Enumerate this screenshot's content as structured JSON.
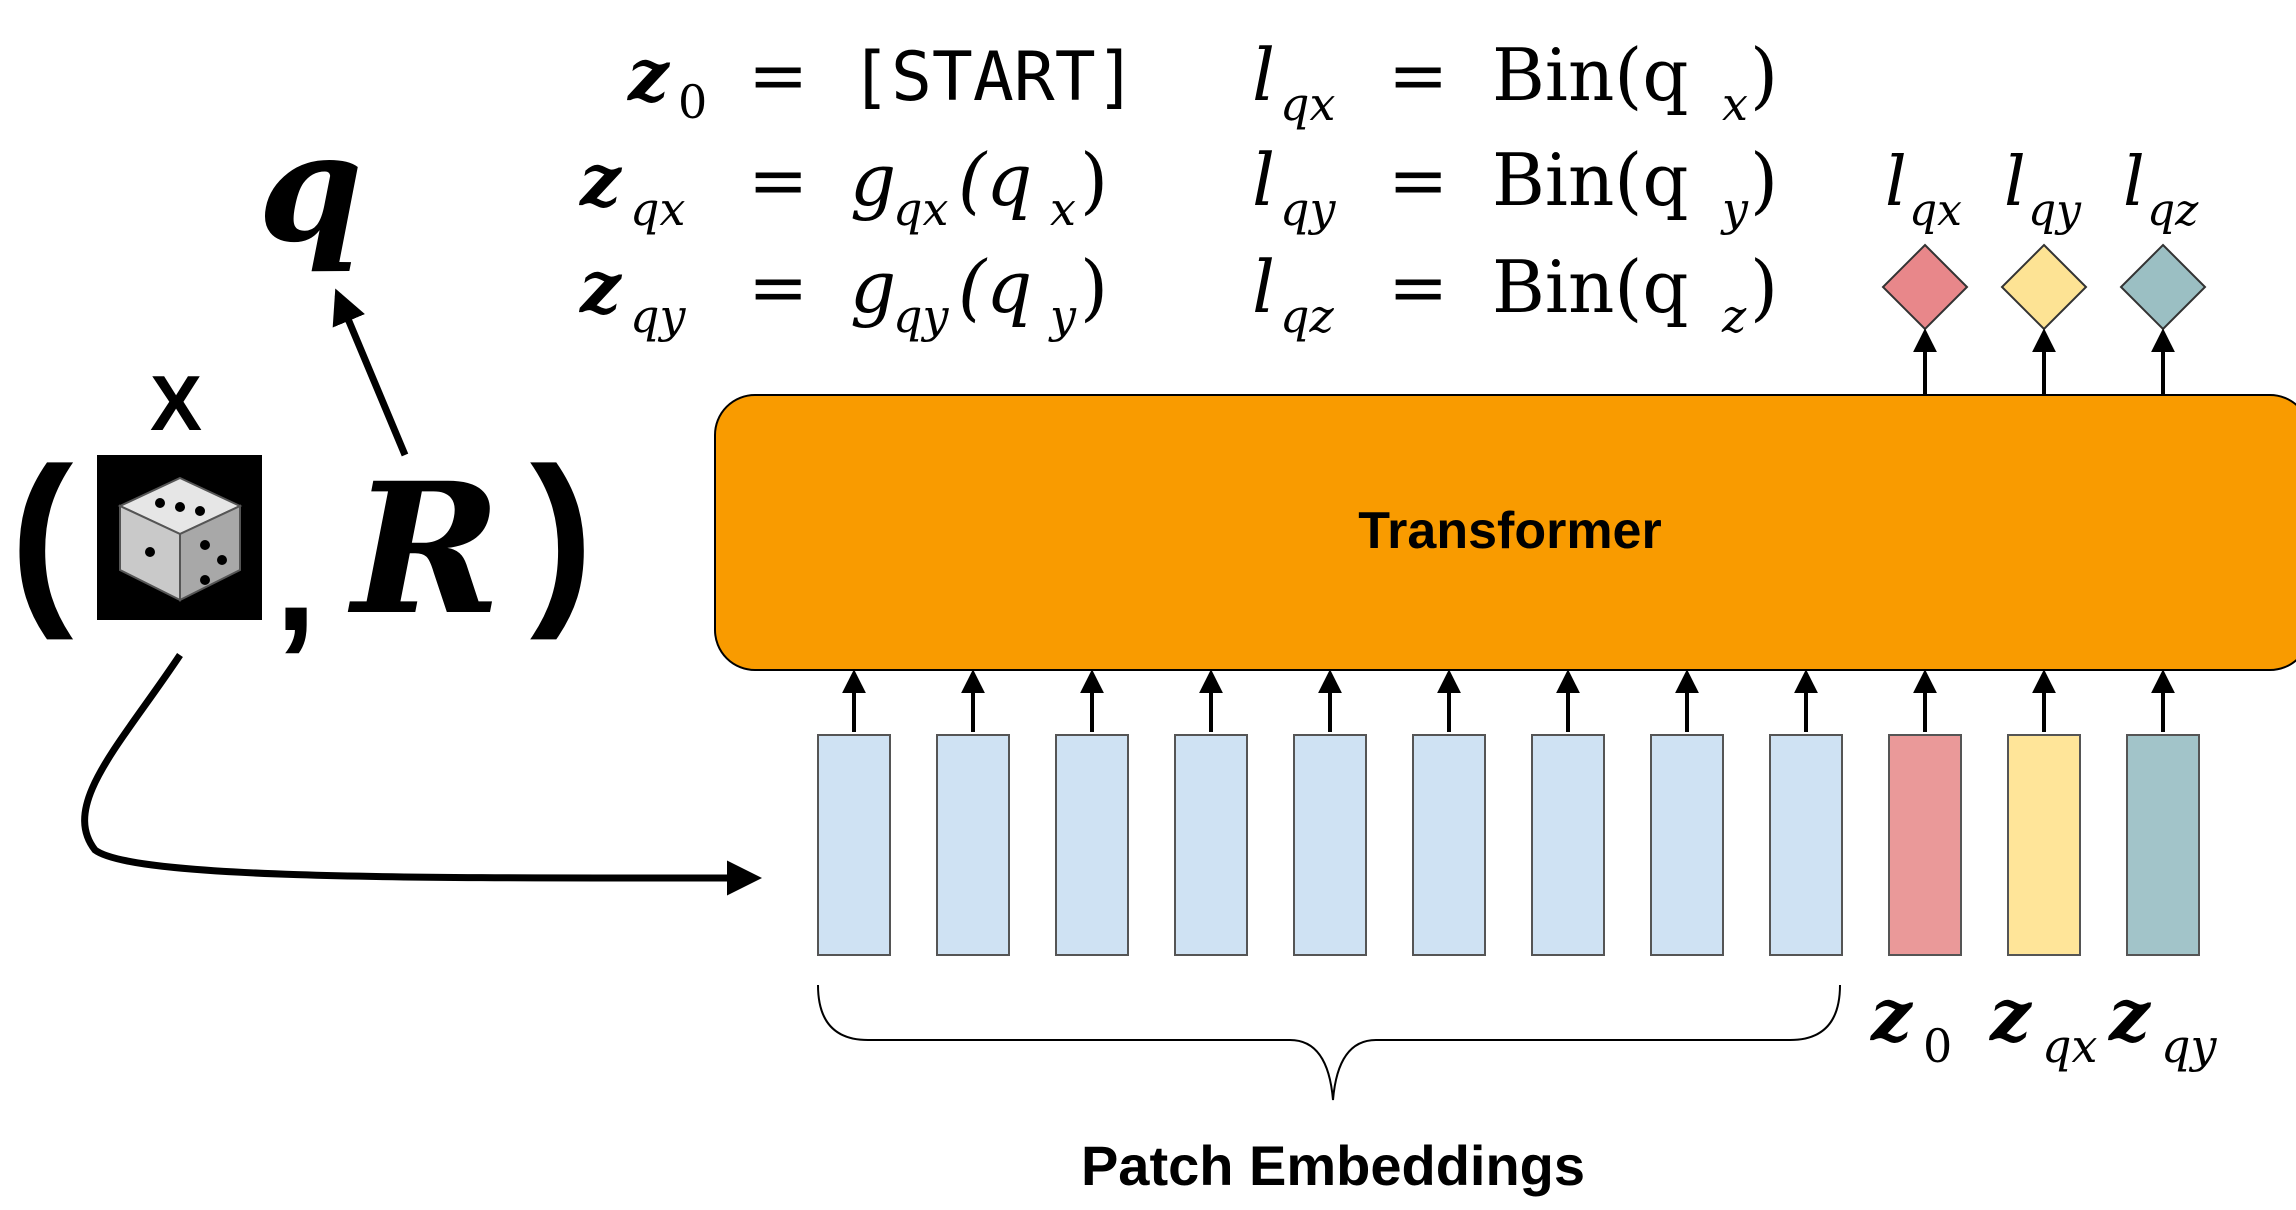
{
  "equations": {
    "z0": {
      "lhs": "z",
      "lhs_sub": "0",
      "eq": "=",
      "rhs": "[START]"
    },
    "zqx": {
      "lhs": "z",
      "lhs_sub": "qx",
      "eq": "=",
      "rhs_func": "g",
      "rhs_func_sub": "qx",
      "rhs_arg": "(q",
      "rhs_arg_sub": "x",
      "rhs_close": ")"
    },
    "zqy": {
      "lhs": "z",
      "lhs_sub": "qy",
      "eq": "=",
      "rhs_func": "g",
      "rhs_func_sub": "qy",
      "rhs_arg": "(q",
      "rhs_arg_sub": "y",
      "rhs_close": ")"
    },
    "lqx": {
      "lhs": "l",
      "lhs_sub": "qx",
      "eq": "=",
      "rhs": "Bin(q",
      "rhs_sub": "x",
      "rhs_close": ")"
    },
    "lqy": {
      "lhs": "l",
      "lhs_sub": "qy",
      "eq": "=",
      "rhs": "Bin(q",
      "rhs_sub": "y",
      "rhs_close": ")"
    },
    "lqz": {
      "lhs": "l",
      "lhs_sub": "qz",
      "eq": "=",
      "rhs": "Bin(q",
      "rhs_sub": "z",
      "rhs_close": ")"
    }
  },
  "input": {
    "q_label": "q",
    "x_label": "X",
    "open_paren": "(",
    "comma": ",",
    "r_label": "R",
    "close_paren": ")"
  },
  "transformer": {
    "label": "Transformer",
    "color": "#f99b00"
  },
  "outputs": [
    {
      "label": "l",
      "sub": "qx",
      "color": "#e8878a"
    },
    {
      "label": "l",
      "sub": "qy",
      "color": "#fde394"
    },
    {
      "label": "l",
      "sub": "qz",
      "color": "#9bbfc3"
    }
  ],
  "tokens": {
    "patch_count": 9,
    "patch_color": "#cfe2f3",
    "special": [
      {
        "label": "z",
        "sub": "0",
        "color": "#ea9999"
      },
      {
        "label": "z",
        "sub": "qx",
        "color": "#ffe599"
      },
      {
        "label": "z",
        "sub": "qy",
        "color": "#a2c4c9"
      }
    ]
  },
  "patch_label": "Patch Embeddings"
}
